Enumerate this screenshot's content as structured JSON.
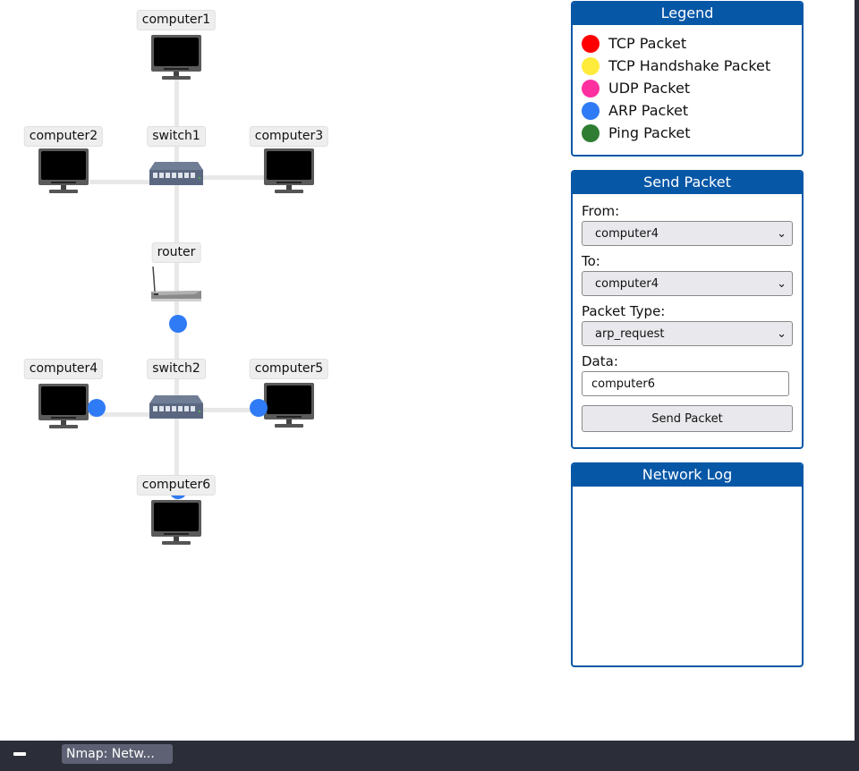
{
  "network": {
    "nodes": {
      "computer1": "computer1",
      "computer2": "computer2",
      "computer3": "computer3",
      "switch1": "switch1",
      "router": "router",
      "computer4": "computer4",
      "switch2": "switch2",
      "computer5": "computer5",
      "computer6": "computer6"
    },
    "packet_color": "#2f7bf5"
  },
  "legend": {
    "title": "Legend",
    "items": [
      {
        "label": "TCP Packet",
        "color": "#ff0000"
      },
      {
        "label": "TCP Handshake Packet",
        "color": "#ffeb3b"
      },
      {
        "label": "UDP Packet",
        "color": "#ff2fa0"
      },
      {
        "label": "ARP Packet",
        "color": "#2f7bf5"
      },
      {
        "label": "Ping Packet",
        "color": "#2e7d32"
      }
    ]
  },
  "send_packet": {
    "title": "Send Packet",
    "from_label": "From:",
    "from_value": "computer4",
    "to_label": "To:",
    "to_value": "computer4",
    "type_label": "Packet Type:",
    "type_value": "arp_request",
    "data_label": "Data:",
    "data_value": "computer6",
    "button": "Send Packet"
  },
  "network_log": {
    "title": "Network Log"
  },
  "taskbar": {
    "task": "Nmap: Netw..."
  }
}
